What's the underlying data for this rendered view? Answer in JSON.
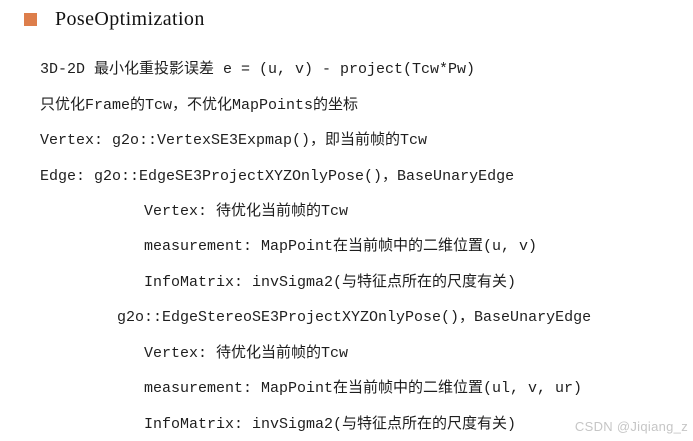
{
  "page": {
    "background_color": "#ffffff",
    "text_color": "#1e1e1e",
    "accent_color": "#dd7e4b",
    "watermark_color": "#c6c6c6"
  },
  "title": {
    "text": "PoseOptimization"
  },
  "content": {
    "lines": [
      {
        "indent": 0,
        "text": "3D-2D 最小化重投影误差 e = (u, v) - project(Tcw*Pw)"
      },
      {
        "indent": 0,
        "text": "只优化Frame的Tcw，不优化MapPoints的坐标"
      },
      {
        "indent": 0,
        "text": "Vertex: g2o::VertexSE3Expmap()，即当前帧的Tcw"
      },
      {
        "indent": 0,
        "text": "Edge: g2o::EdgeSE3ProjectXYZOnlyPose()，BaseUnaryEdge"
      },
      {
        "indent": 2,
        "text": "Vertex: 待优化当前帧的Tcw"
      },
      {
        "indent": 2,
        "text": "measurement: MapPoint在当前帧中的二维位置(u, v)"
      },
      {
        "indent": 2,
        "text": "InfoMatrix: invSigma2(与特征点所在的尺度有关)"
      },
      {
        "indent": 1,
        "text": "g2o::EdgeStereoSE3ProjectXYZOnlyPose()，BaseUnaryEdge"
      },
      {
        "indent": 2,
        "text": "Vertex: 待优化当前帧的Tcw"
      },
      {
        "indent": 2,
        "text": "measurement: MapPoint在当前帧中的二维位置(ul, v, ur)"
      },
      {
        "indent": 2,
        "text": "InfoMatrix: invSigma2(与特征点所在的尺度有关)"
      }
    ]
  },
  "watermark": {
    "text": "CSDN @Jiqiang_z"
  }
}
